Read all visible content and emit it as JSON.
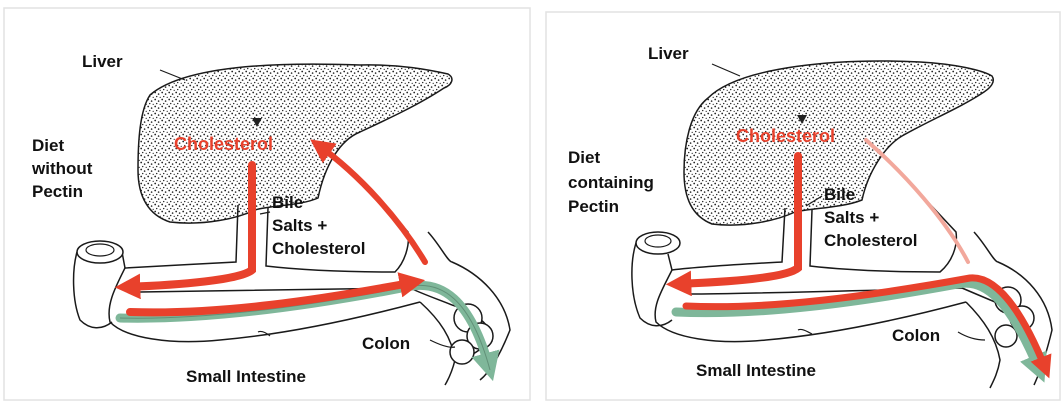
{
  "colors": {
    "flow_red": "#e8412c",
    "flow_green": "#7fb79a",
    "outline": "#1a1a1a",
    "panel_border": "#dedede"
  },
  "panels": [
    {
      "liver": "Liver",
      "cholesterol": "Cholesterol",
      "diet": [
        "Diet",
        "without",
        "Pectin"
      ],
      "bile": [
        "Bile",
        "Salts +",
        "Cholesterol"
      ],
      "colon": "Colon",
      "small_intestine": "Small Intestine"
    },
    {
      "liver": "Liver",
      "cholesterol": "Cholesterol",
      "diet": [
        "Diet",
        "containing",
        "Pectin"
      ],
      "bile": [
        "Bile",
        "Salts +",
        "Cholesterol"
      ],
      "colon": "Colon",
      "small_intestine": "Small Intestine"
    }
  ]
}
